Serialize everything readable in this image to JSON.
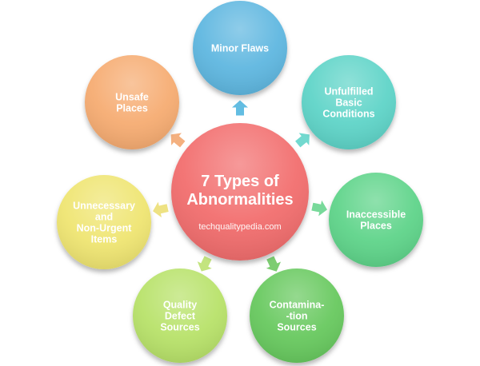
{
  "center": {
    "title_line1": "7 Types of",
    "title_line2": "Abnormalities",
    "watermark": "techqualitypedia.com",
    "color": "#f26e6e"
  },
  "nodes": [
    {
      "lines": [
        "Minor Flaws"
      ],
      "color": "#5fb7e0",
      "arrow_color": "#63bde2"
    },
    {
      "lines": [
        "Unfulfilled",
        "Basic",
        "Conditions"
      ],
      "color": "#5fd4c8",
      "arrow_color": "#72d9cf"
    },
    {
      "lines": [
        "Inaccessible",
        "Places"
      ],
      "color": "#5fd48a",
      "arrow_color": "#78d99a"
    },
    {
      "lines": [
        "Contamina-",
        "-tion",
        "Sources"
      ],
      "color": "#68c95e",
      "arrow_color": "#7dcd72"
    },
    {
      "lines": [
        "Quality",
        "Defect",
        "Sources"
      ],
      "color": "#b8e26a",
      "arrow_color": "#c3e47f"
    },
    {
      "lines": [
        "Unnecessary",
        "and",
        "Non-Urgent",
        "Items"
      ],
      "color": "#efe572",
      "arrow_color": "#eee283"
    },
    {
      "lines": [
        "Unsafe",
        "Places"
      ],
      "color": "#f6ac72",
      "arrow_color": "#f4b07f"
    }
  ]
}
